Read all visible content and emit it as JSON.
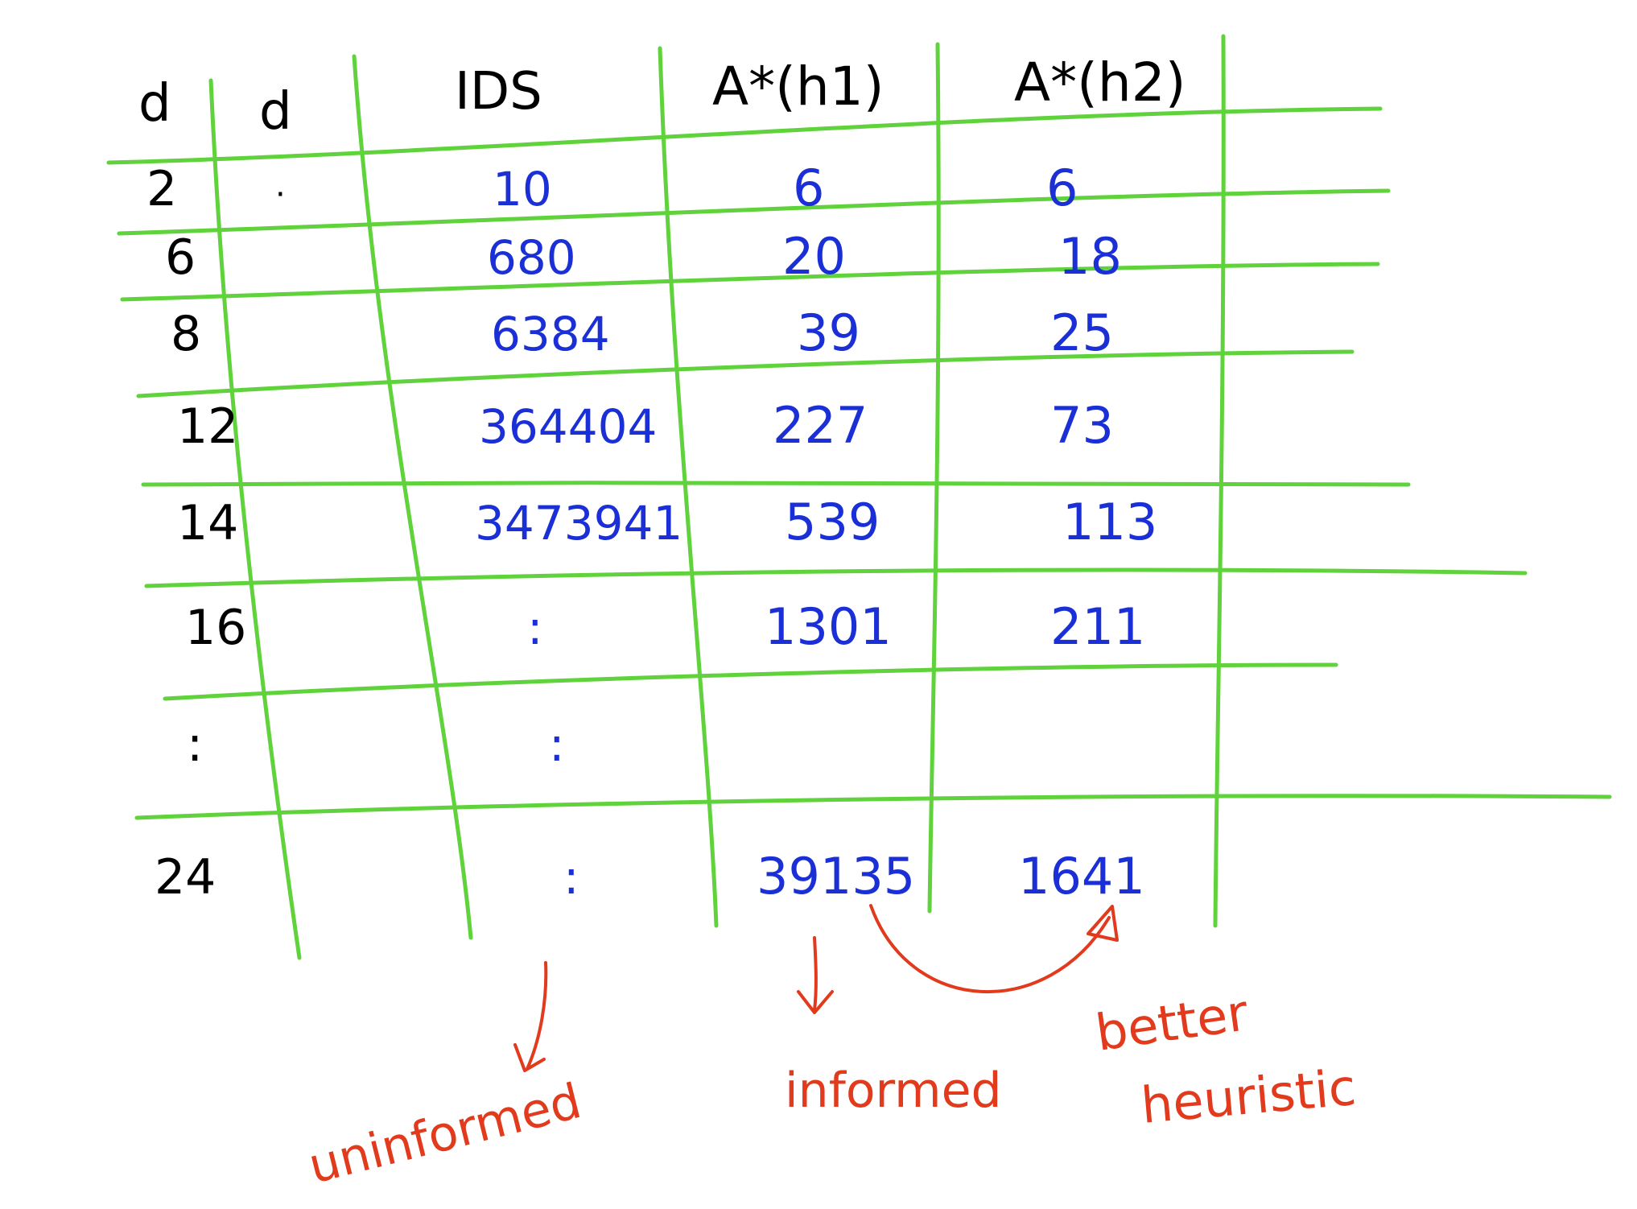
{
  "colors": {
    "grid": "#5fd23c",
    "header_ink": "#000000",
    "value_ink": "#1a2fd6",
    "annotation_ink": "#e23a1c"
  },
  "table": {
    "headers": [
      "d",
      "d",
      "IDS",
      "A*(h1)",
      "A*(h2)"
    ],
    "rows": [
      [
        "2",
        "·",
        "10",
        "6",
        "6"
      ],
      [
        "6",
        "",
        "680",
        "20",
        "18"
      ],
      [
        "8",
        "",
        "6384",
        "39",
        "25"
      ],
      [
        "12",
        "",
        "364404",
        "227",
        "73"
      ],
      [
        "14",
        "",
        "3473941",
        "539",
        "113"
      ],
      [
        "16",
        "",
        ":",
        "1301",
        "211"
      ],
      [
        ":",
        "",
        ":",
        "",
        ""
      ],
      [
        "24",
        "",
        ":",
        "39135",
        "1641"
      ]
    ]
  },
  "annotations": {
    "uninformed": "uninformed",
    "informed": "informed",
    "better_heuristic_line1": "better",
    "better_heuristic_line2": "heuristic"
  }
}
